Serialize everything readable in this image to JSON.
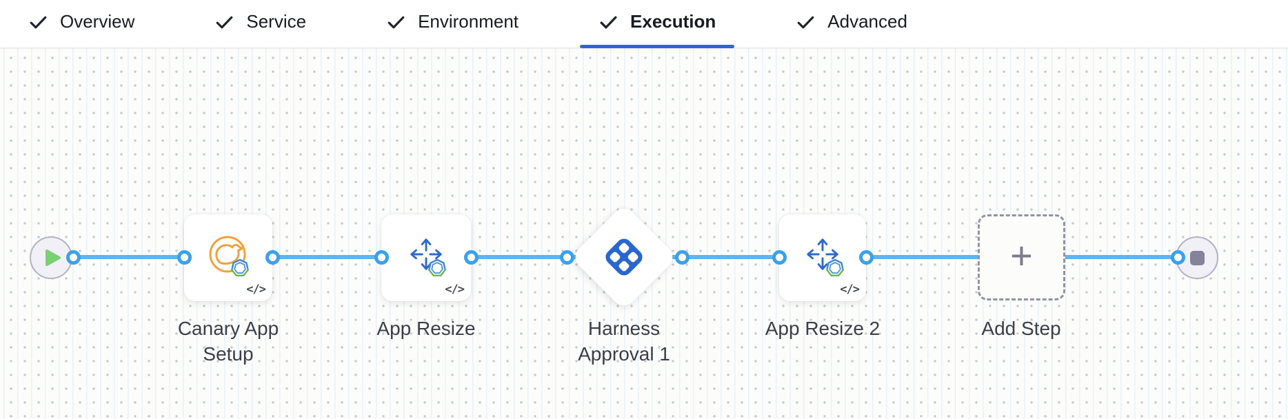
{
  "header": {
    "tabs": [
      {
        "label": "Overview",
        "checked": true,
        "active": false
      },
      {
        "label": "Service",
        "checked": true,
        "active": false
      },
      {
        "label": "Environment",
        "checked": true,
        "active": false
      },
      {
        "label": "Execution",
        "checked": true,
        "active": true
      },
      {
        "label": "Advanced",
        "checked": true,
        "active": false
      }
    ],
    "check_icon": "checkmark-icon",
    "active_underline_color": "#3263d9"
  },
  "canvas": {
    "start_node": {
      "icon": "play-icon"
    },
    "end_node": {
      "icon": "stop-icon"
    },
    "nodes": [
      {
        "label": "Canary App Setup",
        "icon": "canary-bird-icon",
        "badge_icon": "polygon-badge-icon",
        "code_badge": "</>"
      },
      {
        "label": "App Resize",
        "icon": "expand-arrows-icon",
        "badge_icon": "polygon-badge-icon",
        "code_badge": "</>"
      },
      {
        "label": "Harness Approval 1",
        "icon": "harness-logo-icon"
      },
      {
        "label": "App Resize 2",
        "icon": "expand-arrows-icon",
        "badge_icon": "polygon-badge-icon",
        "code_badge": "</>"
      },
      {
        "label": "Add Step",
        "icon": "plus-icon",
        "plus_glyph": "+"
      }
    ],
    "colors": {
      "link": "#5db5f0",
      "port_ring": "#38a1ec",
      "canary_orange": "#f1a13b",
      "arrows_blue": "#2d68cc",
      "harness_blue": "#2a66cf",
      "play_green": "#7bcf74",
      "stop_gray": "#83839b",
      "label_text": "#3b3e49"
    }
  }
}
